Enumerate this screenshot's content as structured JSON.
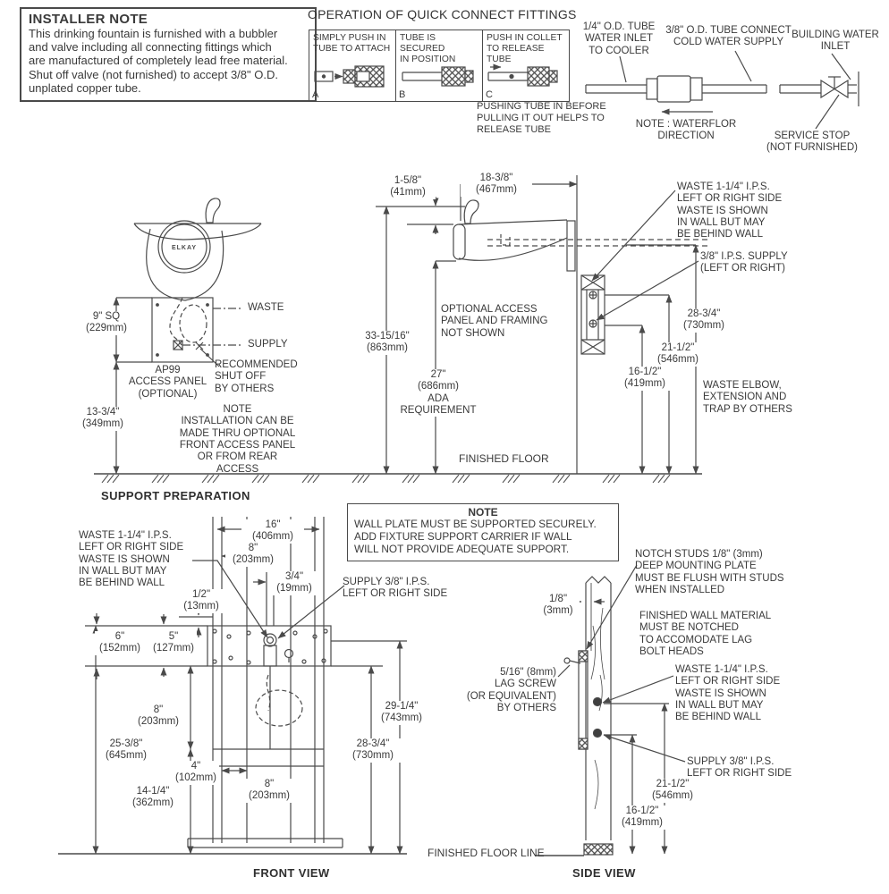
{
  "colors": {
    "ink": "#3a3a3a",
    "line": "#4a4a4a",
    "bg": "#ffffff"
  },
  "installer_note": {
    "title": "INSTALLER NOTE",
    "body": "This drinking fountain is furnished with a bubbler\nand valve including all connecting fittings which\nare manufactured of completely lead free material.\nShut off valve (not furnished) to accept 3/8\" O.D.\nunplated copper tube."
  },
  "quick_connect": {
    "title": "OPERATION OF QUICK CONNECT FITTINGS",
    "panels": [
      {
        "letter": "A",
        "caption": "SIMPLY PUSH IN\nTUBE TO ATTACH"
      },
      {
        "letter": "B",
        "caption": "TUBE IS SECURED\nIN POSITION"
      },
      {
        "letter": "C",
        "caption": "PUSH IN COLLET\nTO RELEASE TUBE"
      }
    ],
    "note": "PUSHING TUBE IN BEFORE\nPULLING IT OUT HELPS TO\nRELEASE TUBE"
  },
  "inlet_diagram": {
    "tube_quarter": "1/4\" O.D. TUBE\nWATER INLET\nTO COOLER",
    "tube_three_eighths": "3/8\" O.D. TUBE CONNECT\nCOLD WATER SUPPLY",
    "building_inlet": "BUILDING WATER\nINLET",
    "waterflow_note": "NOTE : WATERFLOR\nDIRECTION",
    "service_stop": "SERVICE STOP\n(NOT FURNISHED)"
  },
  "support_prep": {
    "caption": "SUPPORT PREPARATION",
    "logo": "ELKAY",
    "dims": {
      "bubbler_height": "1-5/8\"\n(41mm)",
      "depth": "18-3/8\"\n(467mm)",
      "plate_sq": "9\" SQ\n(229mm)",
      "panel_height": "13-3/4\"\n(349mm)",
      "rim_height": "33-15/16\"\n(863mm)",
      "ada": "27\"\n(686mm)\nADA\nREQUIREMENT",
      "waste_height": "28-3/4\"\n(730mm)",
      "bolt_upper": "21-1/2\"\n(546mm)",
      "bolt_lower": "16-1/2\"\n(419mm)"
    },
    "labels": {
      "waste": "WASTE",
      "supply": "SUPPLY",
      "shutoff": "RECOMMENDED\nSHUT OFF\nBY OTHERS",
      "ap99": "AP99\nACCESS PANEL\n(OPTIONAL)",
      "install_note": "NOTE\nINSTALLATION CAN BE\nMADE THRU OPTIONAL\nFRONT ACCESS PANEL\nOR FROM REAR ACCESS",
      "waste_ips": "WASTE 1-1/4\" I.P.S.\nLEFT OR RIGHT SIDE\nWASTE IS SHOWN\nIN WALL BUT MAY\nBE BEHIND WALL",
      "supply_ips": "3/8\" I.P.S. SUPPLY\n(LEFT OR RIGHT)",
      "optional_access": "OPTIONAL ACCESS\nPANEL AND FRAMING\nNOT SHOWN",
      "waste_elbow": "WASTE ELBOW,\nEXTENSION AND\nTRAP BY OTHERS",
      "finished_floor": "FINISHED FLOOR"
    }
  },
  "wall_note": {
    "title": "NOTE",
    "body": "WALL PLATE MUST BE SUPPORTED SECURELY.\nADD FIXTURE SUPPORT CARRIER IF WALL\nWILL NOT PROVIDE ADEQUATE SUPPORT."
  },
  "front_view": {
    "caption": "FRONT VIEW",
    "finished_floor_line": "FINISHED FLOOR LINE",
    "labels": {
      "waste_ips": "WASTE 1-1/4\" I.P.S.\nLEFT OR RIGHT SIDE\nWASTE IS SHOWN\nIN WALL BUT MAY\nBE BEHIND WALL",
      "supply_ips": "SUPPLY 3/8\" I.P.S.\nLEFT OR RIGHT SIDE"
    },
    "dims": {
      "w16": "16\"\n(406mm)",
      "w8_top": "8\"\n(203mm)",
      "w34": "3/4\"\n(19mm)",
      "h12": "1/2\"\n(13mm)",
      "h6": "6\"\n(152mm)",
      "w5": "5\"\n(127mm)",
      "h8": "8\"\n(203mm)",
      "h25": "25-3/8\"\n(645mm)",
      "w4": "4\"\n(102mm)",
      "w8_bottom": "8\"\n(203mm)",
      "h14": "14-1/4\"\n(362mm)",
      "h29": "29-1/4\"\n(743mm)",
      "h28": "28-3/4\"\n(730mm)"
    }
  },
  "side_view": {
    "caption": "SIDE VIEW",
    "labels": {
      "notch_studs": "NOTCH STUDS 1/8\" (3mm)\nDEEP MOUNTING PLATE\nMUST BE FLUSH WITH STUDS\nWHEN INSTALLED",
      "finished_wall": "FINISHED WALL MATERIAL\nMUST BE NOTCHED\nTO ACCOMODATE LAG\nBOLT HEADS",
      "lag_screw": "5/16\" (8mm)\nLAG SCREW\n(OR EQUIVALENT)\nBY OTHERS",
      "waste_ips": "WASTE 1-1/4\" I.P.S.\nLEFT OR RIGHT SIDE\nWASTE IS SHOWN\nIN WALL BUT MAY\nBE BEHIND WALL",
      "supply_ips": "SUPPLY 3/8\" I.P.S.\nLEFT OR RIGHT SIDE"
    },
    "dims": {
      "notch": "1/8\"\n(3mm)",
      "h21": "21-1/2\"\n(546mm)",
      "h16": "16-1/2\"\n(419mm)"
    }
  }
}
